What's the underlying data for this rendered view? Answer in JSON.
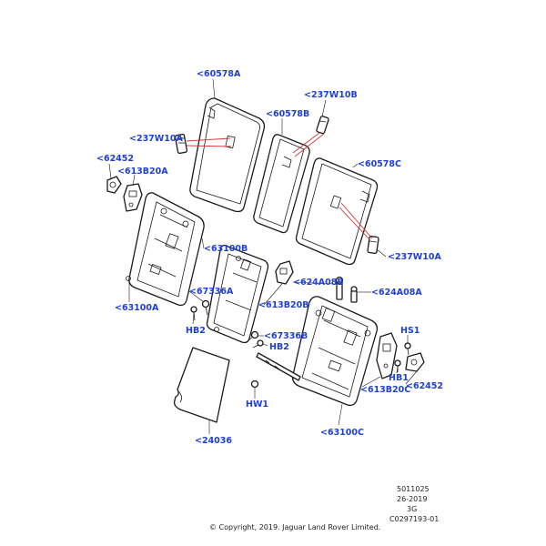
{
  "labels": {
    "l_60578A": "<60578A",
    "l_237W10B": "<237W10B",
    "l_60578B": "<60578B",
    "l_237W10A_1": "<237W10A",
    "l_62452_1": "<62452",
    "l_613B20A": "<613B20A",
    "l_60578C": "<60578C",
    "l_63100B": "<63100B",
    "l_237W10A_2": "<237W10A",
    "l_624A08B": "<624A08B",
    "l_67336A": "<67336A",
    "l_624A08A": "<624A08A",
    "l_613B20B": "<613B20B",
    "l_63100A": "<63100A",
    "l_HB2_1": "HB2",
    "l_HS1": "HS1",
    "l_67336B": "<67336B",
    "l_HB2_2": "HB2",
    "l_HB1": "HB1",
    "l_613B20C": "<613B20C",
    "l_62452_2": "<62452",
    "l_HW1": "HW1",
    "l_63100C": "<63100C",
    "l_24036": "<24036"
  },
  "doc_info": {
    "line1": "5011025",
    "line2": "26-2019",
    "line3": "3G",
    "line4": "C0297193-01"
  },
  "copyright": "© Copyright, 2019. Jaguar Land Rover Limited."
}
